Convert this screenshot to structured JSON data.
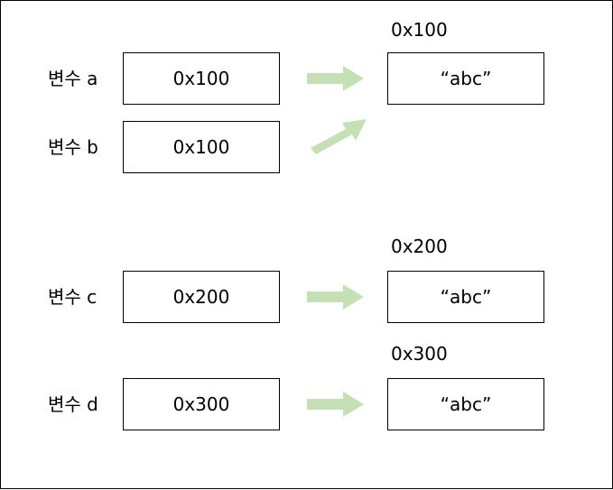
{
  "variables": [
    {
      "label": "변수 a",
      "pointer": "0x100"
    },
    {
      "label": "변수 b",
      "pointer": "0x100"
    },
    {
      "label": "변수 c",
      "pointer": "0x200"
    },
    {
      "label": "변수 d",
      "pointer": "0x300"
    }
  ],
  "objects": [
    {
      "address": "0x100",
      "value": "“abc”"
    },
    {
      "address": "0x200",
      "value": "“abc”"
    },
    {
      "address": "0x300",
      "value": "“abc”"
    }
  ],
  "colors": {
    "arrow": "#c5e0b4",
    "border": "#000000"
  }
}
